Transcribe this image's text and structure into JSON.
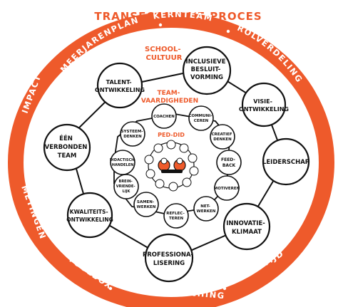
{
  "title": "TRANSFORMATIE PROCES",
  "ring_labels": {
    "meerjarenplan": "MEERJARENPLAN",
    "kernteam": "KERNTEAM",
    "rolverdeling": "ROLVERDELING",
    "impact": "IMPACT",
    "metingen": "METINGEN",
    "toolbox": "TOOLBOX",
    "procescoaching": "PROCESCOACHING",
    "teamtijd": "TEAMTIJD"
  },
  "schoolcultuur": [
    "SCHOOL-",
    "CULTUUR"
  ],
  "teamvaardigheden": [
    "TEAM-",
    "VAARDIGHEDEN"
  ],
  "ped_did": "PED-DID",
  "outer_nodes": {
    "inclusieve": [
      "INCLUSIEVE",
      "BESLUIT-",
      "VORMING"
    ],
    "visie": [
      "VISIE-",
      "ONTWIKKELING"
    ],
    "leiderschap": [
      "LEIDERSCHAP"
    ],
    "innovatie": [
      "INNOVATIE-",
      "KLIMAAT"
    ],
    "professionalisering": [
      "PROFESSIONA-",
      "LISERING"
    ],
    "kwaliteit": [
      "KWALITEITS-",
      "ONTWIKKELING"
    ],
    "een_team": [
      "ÉÉN",
      "VERBONDEN",
      "TEAM"
    ],
    "talent": [
      "TALENT-",
      "ONTWIKKELING"
    ]
  },
  "inner_nodes": {
    "coachen": [
      "COACHEN"
    ],
    "communiceren": [
      "COMMUNI-",
      "CEREN"
    ],
    "creatief": [
      "CREATIEF",
      "DENKEN"
    ],
    "feedback": [
      "FEED-",
      "BACK"
    ],
    "motiveren": [
      "MOTIVEREN"
    ],
    "netwerken": [
      "NET-",
      "WERKEN"
    ],
    "reflecteren": [
      "REFLEC-",
      "TEREN"
    ],
    "samenwerken": [
      "SAMEN-",
      "WERKEN"
    ],
    "breinvriendelijk": [
      "BREIN-",
      "VRIENDE-",
      "LIJK"
    ],
    "didactisch": [
      "DIDACTISCH",
      "HANDELEN"
    ],
    "systeemdenken": [
      "SYSTEEM-",
      "DENKEN"
    ]
  },
  "colors": {
    "orange": "#ee5a2b",
    "ink": "#111111",
    "background": "#ffffff"
  }
}
